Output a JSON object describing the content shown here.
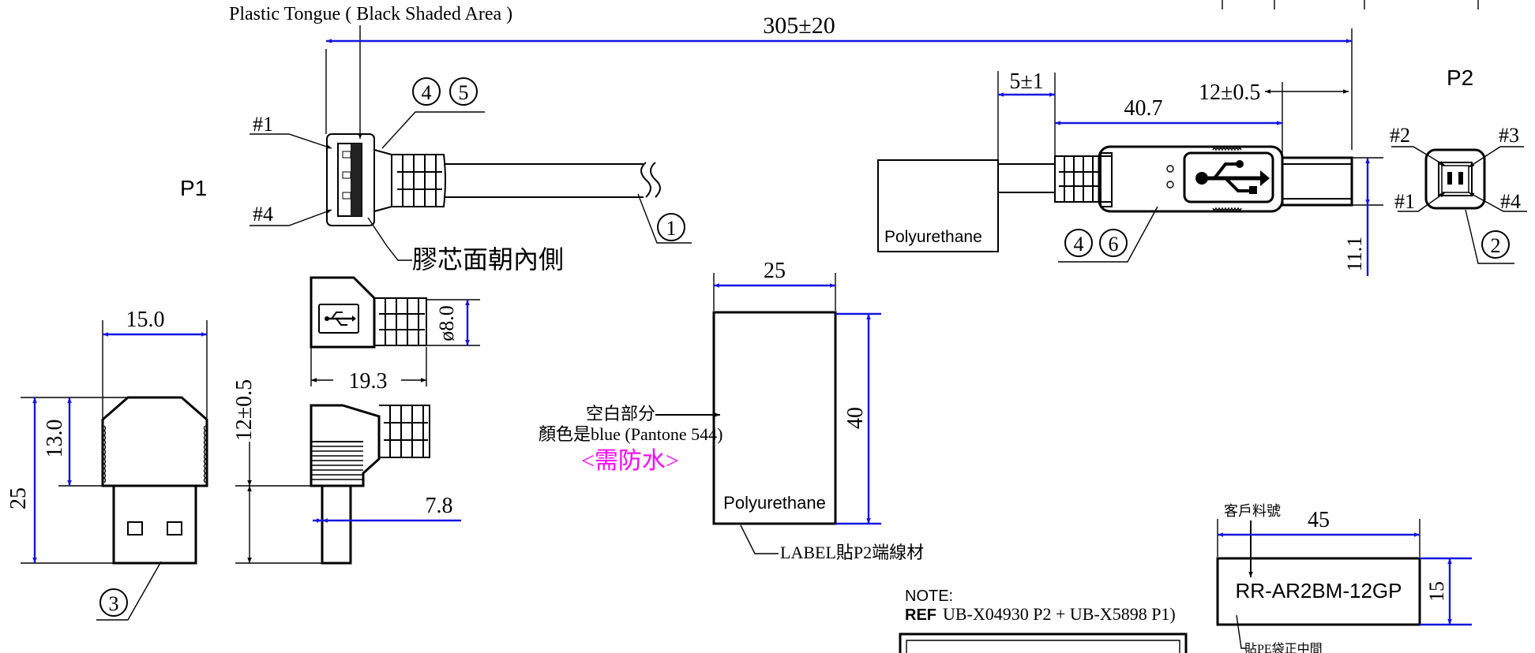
{
  "labels": {
    "plastic_tongue": "Plastic Tongue ( Black Shaded Area )",
    "p1": "P1",
    "p2": "P2",
    "pin1_p1": "#1",
    "pin4_p1": "#4",
    "pin1_p2": "#1",
    "pin2_p2": "#2",
    "pin3_p2": "#3",
    "pin4_p2": "#4",
    "tongue_note": "膠芯面朝內側",
    "polyurethane_boot": "Polyurethane",
    "polyurethane_label": "Polyurethane",
    "blank_area": "空白部分",
    "blank_color": "顏色是blue (Pantone 544)",
    "waterproof": "<需防水>",
    "label_note": "LABEL貼P2端線材",
    "customer_part_title": "客戶料號",
    "customer_part_no": "RR-AR2BM-12GP",
    "pe_note": "貼PE袋正中間",
    "note_title": "NOTE:",
    "ref_key": "REF",
    "ref_text": "UB-X04930 P2 + UB-X5898 P1)"
  },
  "balloons": {
    "b1": "1",
    "b2": "2",
    "b3": "3",
    "b4a": "4",
    "b5": "5",
    "b4b": "4",
    "b6": "6"
  },
  "dimensions": {
    "overall_length": "305±20",
    "d_5": "5±1",
    "d_40_7": "40.7",
    "d_12": "12±0.5",
    "d_11_1": "11.1",
    "d_15_0": "15.0",
    "d_13_0": "13.0",
    "d_25_side": "25",
    "d_12_side": "12±0.5",
    "d_dia8": "ø8.0",
    "d_19_3": "19.3",
    "d_7_8": "7.8",
    "label_w": "25",
    "label_h": "40",
    "pn_w": "45",
    "pn_h": "15"
  },
  "colors": {
    "dimension_line": "#1515e0",
    "outline": "#000000",
    "waterproof_text": "#ff00ff"
  }
}
